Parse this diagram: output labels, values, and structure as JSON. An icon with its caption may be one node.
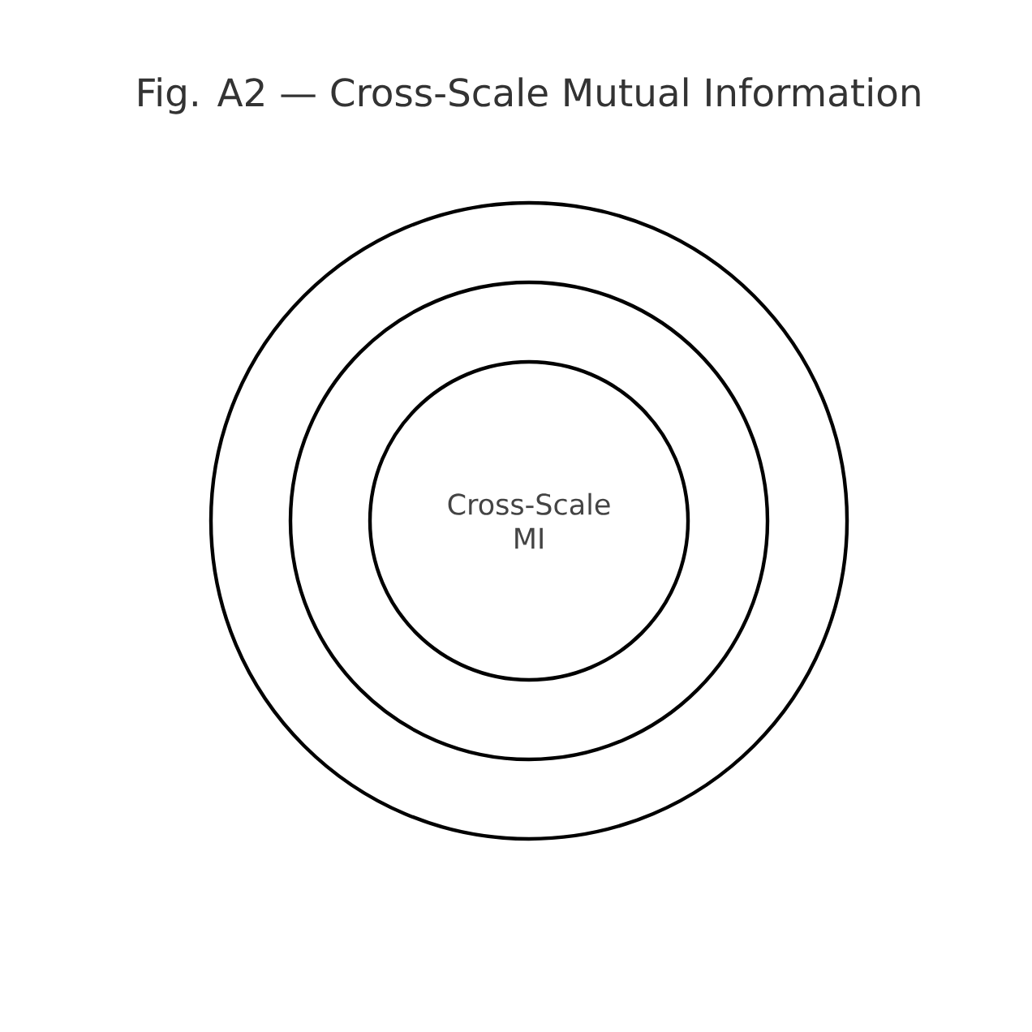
{
  "diagram": {
    "title": "Fig. A2 — Cross-Scale Mutual Information",
    "nodes": [
      {
        "text": [],
        "shape": "circle"
      },
      {
        "text": [],
        "shape": "circle",
        "in": 0
      },
      {
        "text": [
          "Cross-Scale MI"
        ],
        "in": 1
      }
    ]
  }
}
